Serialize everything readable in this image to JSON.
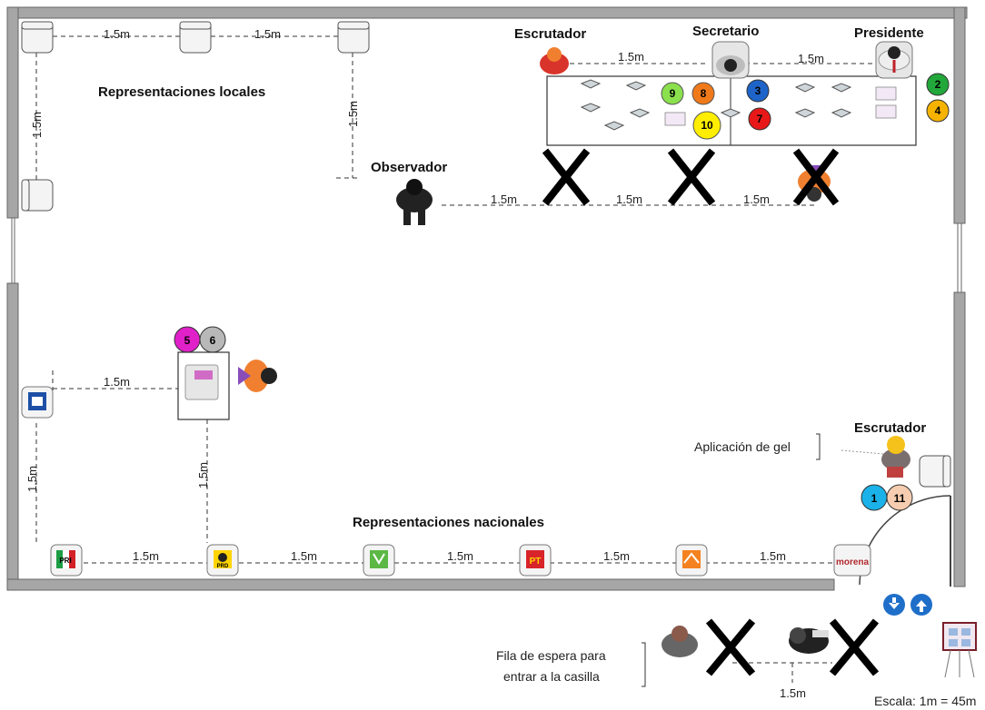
{
  "labels": {
    "locales": "Representaciones locales",
    "nacionales": "Representaciones nacionales",
    "observador": "Observador",
    "escrutador_top": "Escrutador",
    "secretario": "Secretario",
    "presidente": "Presidente",
    "escrutador_right": "Escrutador",
    "gel": "Aplicación de gel",
    "fila_line1": "Fila de espera para",
    "fila_line2": "entrar a la casilla",
    "escala": "Escala: 1m = 45m",
    "distance": "1.5m"
  },
  "logos": {
    "pri": "PRI",
    "prd": "PRD",
    "pt": "PT",
    "morena": "morena"
  },
  "numbered_badges": [
    {
      "n": "9",
      "color": "#8be04e"
    },
    {
      "n": "8",
      "color": "#f07a1a"
    },
    {
      "n": "10",
      "color": "#ffee00"
    },
    {
      "n": "3",
      "color": "#1e64c8"
    },
    {
      "n": "7",
      "color": "#e81818"
    },
    {
      "n": "2",
      "color": "#22a83a"
    },
    {
      "n": "4",
      "color": "#f5b300"
    },
    {
      "n": "5",
      "color": "#e020c8"
    },
    {
      "n": "6",
      "color": "#b8b8b8"
    },
    {
      "n": "1",
      "color": "#1ab2e8"
    },
    {
      "n": "11",
      "color": "#f6cdb0"
    }
  ],
  "colors": {
    "wall": "#a6a6a6",
    "arrow_button": "#1f6fc9"
  }
}
